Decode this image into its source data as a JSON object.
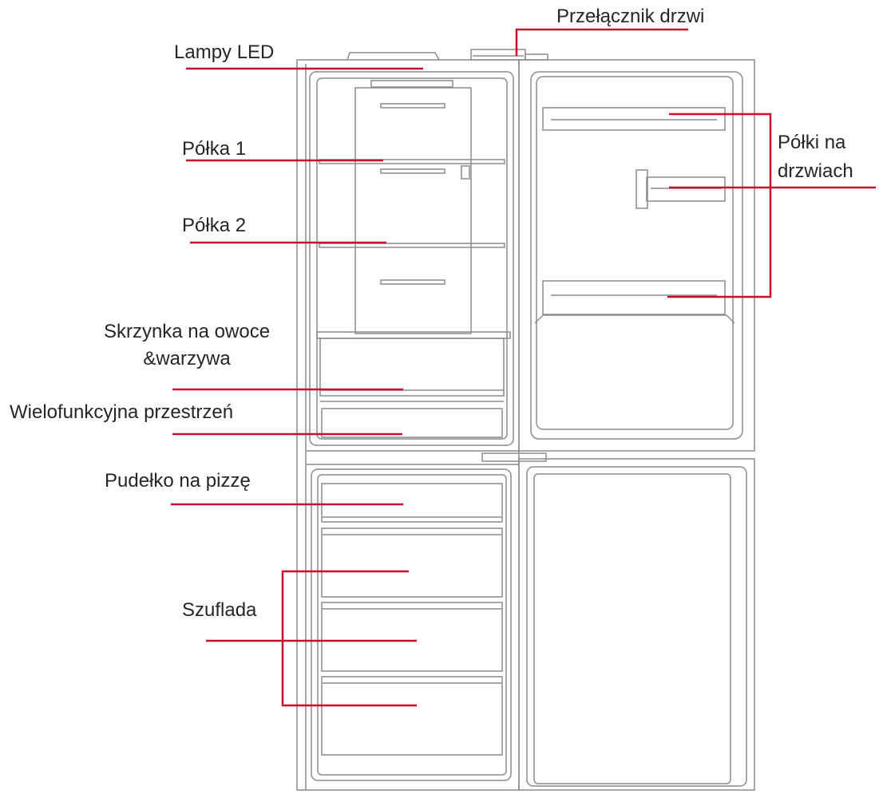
{
  "labels": {
    "led_lamps": "Lampy LED",
    "door_switch": "Przełącznik drzwi",
    "shelf_1": "Półka 1",
    "shelf_2": "Półka 2",
    "door_shelves_line1": "Półki na",
    "door_shelves_line2": "drzwiach",
    "crisper_line1": "Skrzynka na owoce",
    "crisper_line2": "&warzywa",
    "multi_space": "Wielofunkcyjna przestrzeń",
    "pizza_box": "Pudełko na pizzę",
    "drawer": "Szuflada"
  },
  "colors": {
    "leader": "#c8102e",
    "outline": "#8c8c8c",
    "text": "#262626"
  }
}
